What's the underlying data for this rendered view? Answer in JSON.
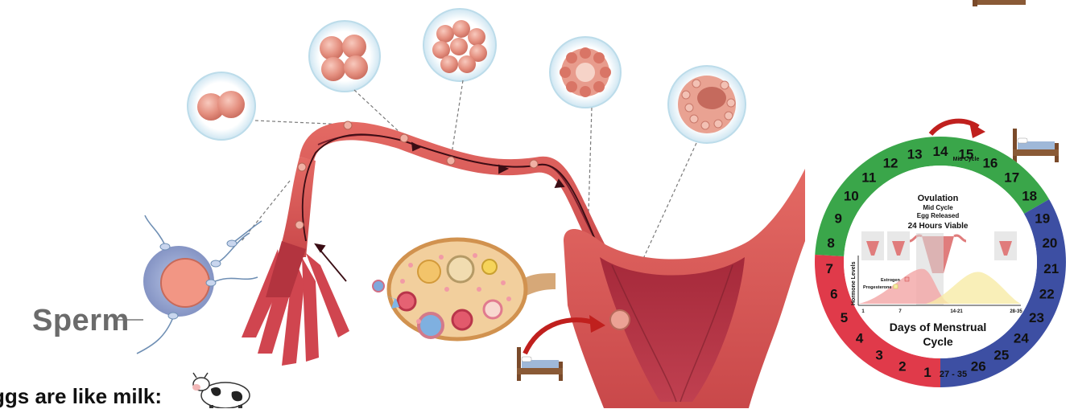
{
  "labels": {
    "sperm": "Sperm",
    "eggs_note": "ggs are like milk:"
  },
  "cycle_wheel": {
    "center_title": "Ovulation",
    "center_line2": "Mid Cycle",
    "center_line3": "Egg Released",
    "center_line4": "24 Hours Viable",
    "y_axis_label": "Hormone Levels",
    "legend_estrogen": "Estrogen",
    "legend_progesterone": "Progesterone",
    "x_ticks": [
      "1",
      "7",
      "14-21",
      "28-35"
    ],
    "bottom_title_1": "Days of Menstrual",
    "bottom_title_2": "Cycle",
    "day_14_sub": "Mid Cycle",
    "days_red": [
      "1",
      "2",
      "3",
      "4",
      "5",
      "6",
      "7"
    ],
    "days_green": [
      "8",
      "9",
      "10",
      "11",
      "12",
      "13",
      "14",
      "15",
      "16",
      "17",
      "18"
    ],
    "days_blue": [
      "19",
      "20",
      "21",
      "22",
      "23",
      "24",
      "25",
      "26",
      "27 - 35"
    ],
    "colors": {
      "menstrual_red": "#e03a4a",
      "follicular_green": "#3aa64a",
      "luteal_blue": "#3d4fa3"
    }
  },
  "icons": [
    "bed-icon",
    "cow-icon",
    "red-arrow-icon"
  ]
}
